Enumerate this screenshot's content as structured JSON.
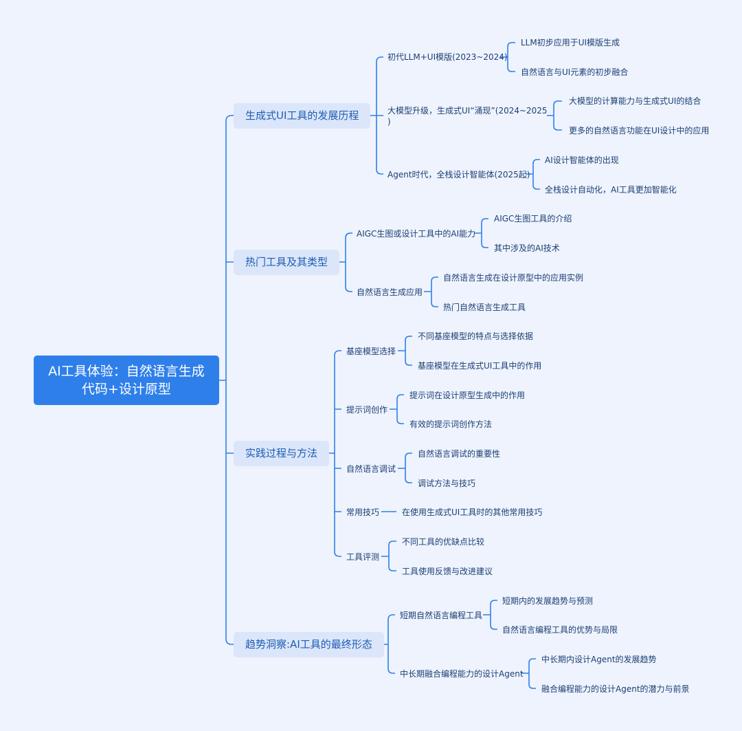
{
  "root": {
    "title": "AI工具体验：自然语言生成代码+设计原型"
  },
  "colors": {
    "line": "#2f7fea",
    "background": "#eef3fd",
    "root_bg": "#2f7fea",
    "l1_bg": "#dbe6fb"
  },
  "branches": [
    {
      "label": "生成式UI工具的发展历程",
      "children": [
        {
          "label": "初代LLM+UI模版(2023~2024)",
          "children": [
            "LLM初步应用于UI模版生成",
            "自然语言与UI元素的初步融合"
          ]
        },
        {
          "label": "大模型升级，生成式UI“涌现”(2024~2025",
          "label2": ")",
          "children": [
            "大模型的计算能力与生成式UI的结合",
            "更多的自然语言功能在UI设计中的应用"
          ]
        },
        {
          "label": "Agent时代，全栈设计智能体(2025起)",
          "children": [
            "AI设计智能体的出现",
            "全栈设计自动化，AI工具更加智能化"
          ]
        }
      ]
    },
    {
      "label": "热门工具及其类型",
      "children": [
        {
          "label": "AIGC生图或设计工具中的AI能力",
          "children": [
            "AIGC生图工具的介绍",
            "其中涉及的AI技术"
          ]
        },
        {
          "label": "自然语言生成应用",
          "children": [
            "自然语言生成在设计原型中的应用实例",
            "热门自然语言生成工具"
          ]
        }
      ]
    },
    {
      "label": "实践过程与方法",
      "children": [
        {
          "label": "基座模型选择",
          "children": [
            "不同基座模型的特点与选择依据",
            "基座模型在生成式UI工具中的作用"
          ]
        },
        {
          "label": "提示词创作",
          "children": [
            "提示词在设计原型生成中的作用",
            "有效的提示词创作方法"
          ]
        },
        {
          "label": "自然语言调试",
          "children": [
            "自然语言调试的重要性",
            "调试方法与技巧"
          ]
        },
        {
          "label": "常用技巧",
          "children": [
            "在使用生成式UI工具时的其他常用技巧"
          ]
        },
        {
          "label": "工具评测",
          "children": [
            "不同工具的优缺点比较",
            "工具使用反馈与改进建议"
          ]
        }
      ]
    },
    {
      "label": "趋势洞察:AI工具的最终形态",
      "children": [
        {
          "label": "短期自然语言编程工具",
          "children": [
            "短期内的发展趋势与预测",
            "自然语言编程工具的优势与局限"
          ]
        },
        {
          "label": "中长期融合编程能力的设计Agent",
          "children": [
            "中长期内设计Agent的发展趋势",
            "融合编程能力的设计Agent的潜力与前景"
          ]
        }
      ]
    }
  ]
}
